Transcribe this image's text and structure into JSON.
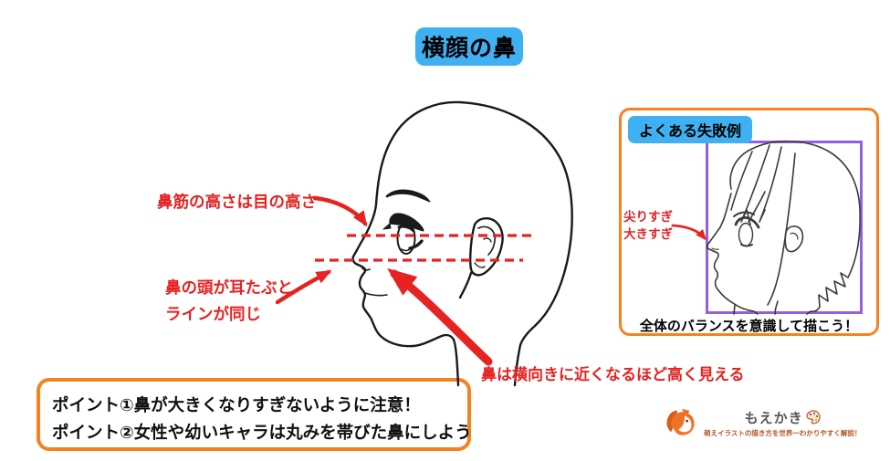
{
  "title": "横顔の鼻",
  "annotations": {
    "bridge_height": "鼻筋の高さは目の高さ",
    "tip_line_1": "鼻の頭が耳たぶと",
    "tip_line_2": "ラインが同じ",
    "perspective": "鼻は横向きに近くなるほど高く見える"
  },
  "points_box": {
    "line_1": "ポイント①鼻が大きくなりすぎないように注意！",
    "line_2": "ポイント②女性や幼いキャラは丸みを帯びた鼻にしよう"
  },
  "failure_box": {
    "label": "よくある失敗例",
    "note_line_1": "尖りすぎ",
    "note_line_2": "大きすぎ",
    "caption": "全体のバランスを意識して描こう！"
  },
  "logo": {
    "name": "もえかき",
    "tagline": "萌えイラストの描き方を世界一わかりやすく解説！",
    "icons": [
      "fox-icon",
      "palette-icon"
    ]
  },
  "colors": {
    "highlight_blue": "#3fb0f2",
    "frame_orange": "#f6821f",
    "frame_purple": "#9460e0",
    "accent_red": "#e62222"
  }
}
